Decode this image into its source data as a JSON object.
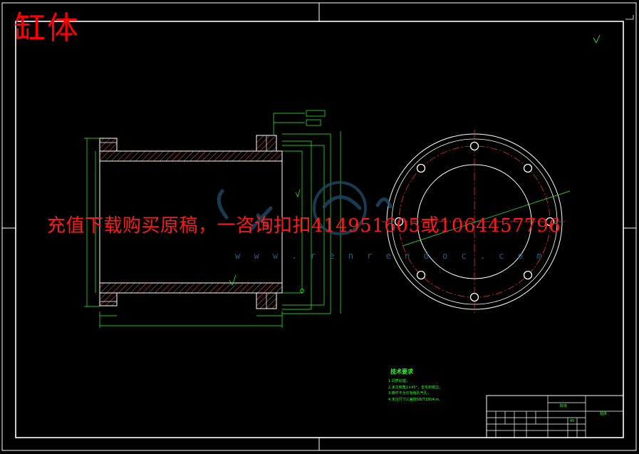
{
  "title": "缸体",
  "watermark": {
    "text": "充值下载购买原稿，一咨询扣扣414951605或1064457796",
    "url": "w w w . r e n r e n d o c . c o m"
  },
  "technical_requirements": {
    "heading": "技术要求",
    "items": [
      "1.调质处理；",
      "2.未注倒角1×45°，去毛刺锐边；",
      "3.铸件不允许有缩孔气孔；",
      "4.未注尺寸公差按GB/T1804-m。"
    ]
  },
  "title_block": {
    "part_name": "缸体",
    "drawing_code": "钻床",
    "material": "45"
  },
  "colors": {
    "background": "#000000",
    "outline": "#ffffff",
    "dimension": "#00ff00",
    "center_line": "#ff0000",
    "title_text": "#ff0000",
    "watermark_text": "#ff1a1a"
  }
}
